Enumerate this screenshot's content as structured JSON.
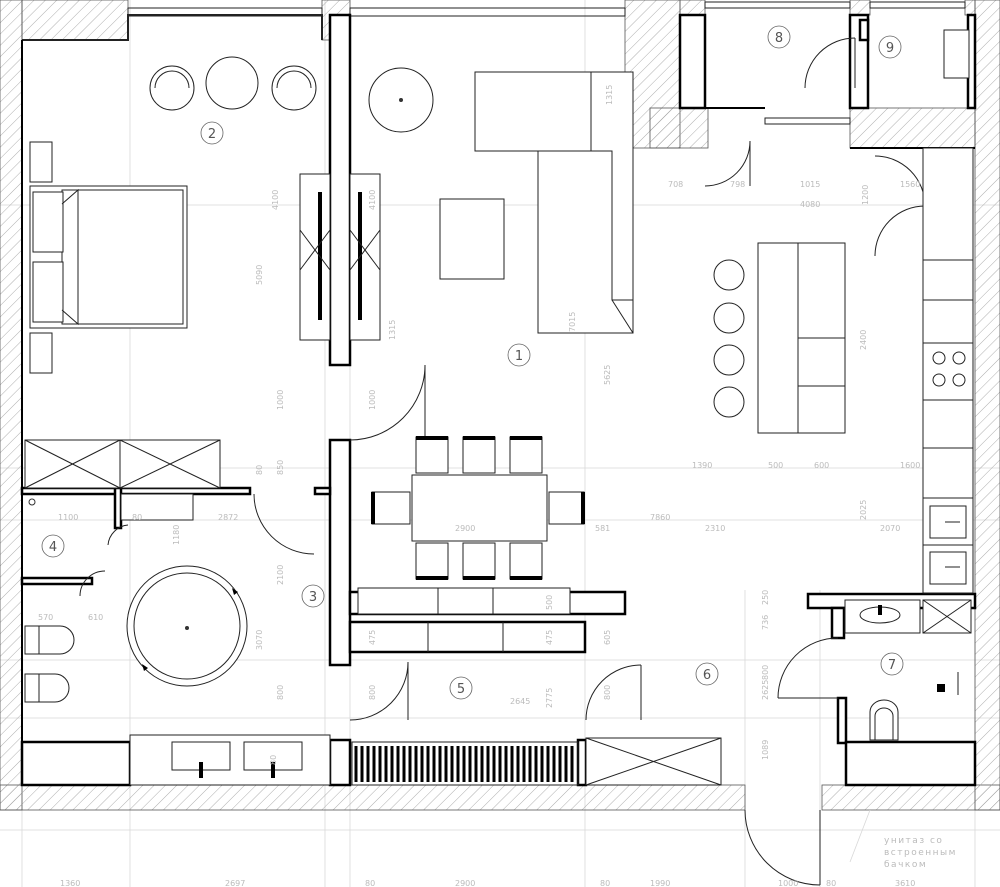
{
  "rooms": [
    "1",
    "2",
    "3",
    "4",
    "5",
    "6",
    "7",
    "8",
    "9"
  ],
  "dimensions": {
    "top_sizes": [
      "5090",
      "4100",
      "4100",
      "1315",
      "1000",
      "1000",
      "850",
      "80"
    ],
    "kitchen_top": [
      "708",
      "798",
      "1015",
      "1560",
      "4080",
      "1200"
    ],
    "kitchen_mid": [
      "1390",
      "500",
      "600",
      "1600",
      "2400",
      "5625"
    ],
    "sofa": [
      "1315",
      "7015"
    ],
    "row_middle": [
      "1100",
      "80",
      "2872",
      "1180",
      "2900",
      "7860",
      "2310",
      "2070",
      "2025",
      "581"
    ],
    "bath": [
      "570",
      "610",
      "3070",
      "2100",
      "80",
      "80",
      "80"
    ],
    "corridor": [
      "800",
      "800",
      "2645",
      "2775",
      "800",
      "605",
      "2625",
      "1089",
      "736",
      "250",
      "800",
      "475",
      "475",
      "500"
    ],
    "bottom_axis": [
      "1360",
      "2697",
      "80",
      "2900",
      "80",
      "1990",
      "1000",
      "80",
      "3610"
    ]
  },
  "note": [
    "унитаз со",
    "встроенным",
    "бачком"
  ]
}
